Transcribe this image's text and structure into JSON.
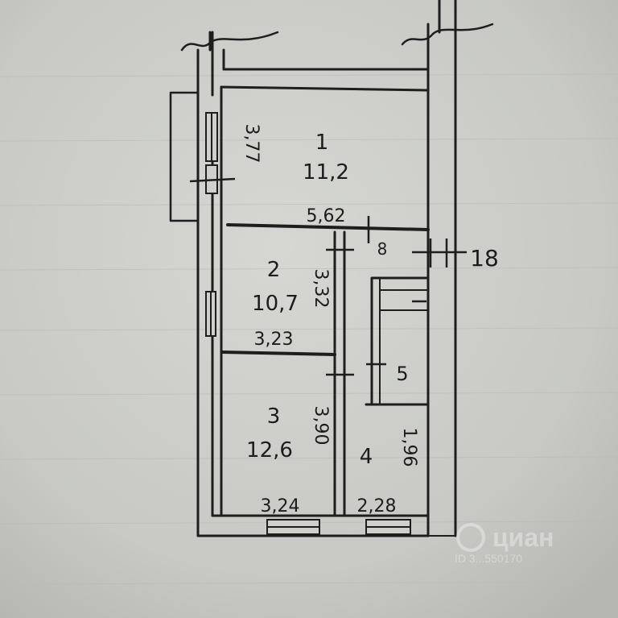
{
  "rooms": [
    {
      "number": "1",
      "area": "11,2",
      "width": "5,62",
      "depth": "3,77"
    },
    {
      "number": "2",
      "area": "10,7",
      "width": "3,23",
      "depth": "3,32"
    },
    {
      "number": "3",
      "area": "12,6",
      "width": "3,24",
      "depth": "3,90"
    },
    {
      "number": "4",
      "width": "2,28",
      "depth": "1,96"
    },
    {
      "number": "5"
    }
  ],
  "markers": {
    "corridor_label": "8",
    "wall_label": "18"
  },
  "watermark": {
    "brand": "циан",
    "id": "ID 3...550170"
  }
}
